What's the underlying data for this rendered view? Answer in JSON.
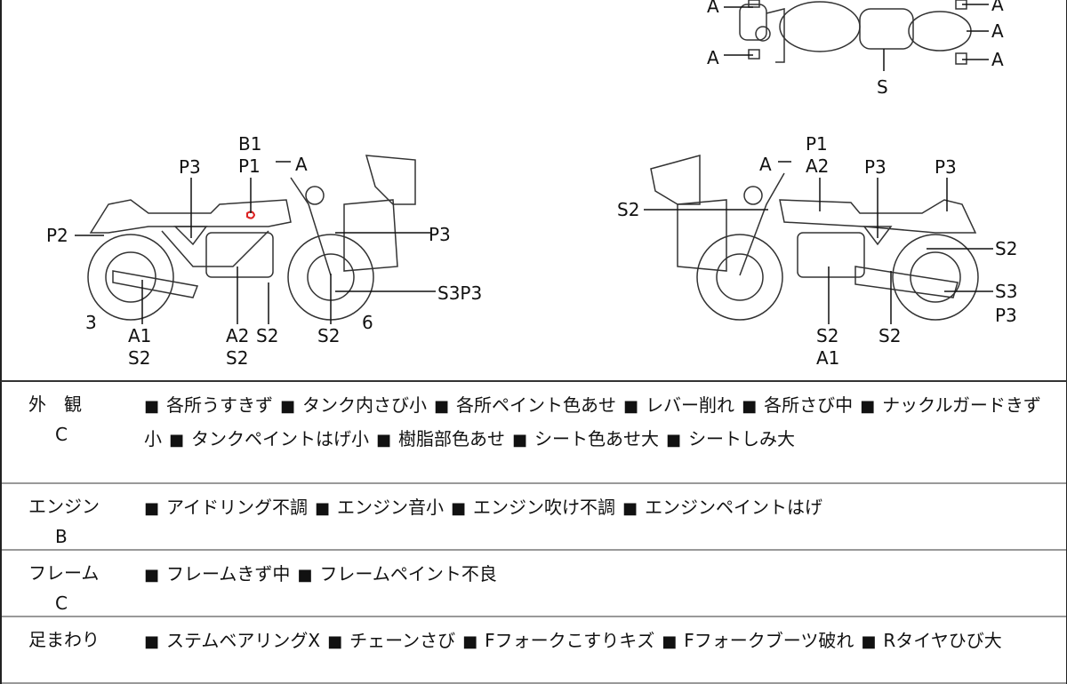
{
  "top_view_labels": [
    "A",
    "A",
    "A",
    "A",
    "A",
    "S"
  ],
  "left_bike_labels": [
    "B1",
    "P1",
    "A",
    "P3",
    "P2",
    "P3",
    "S3P3",
    "3",
    "A1",
    "S2",
    "A2",
    "S2",
    "S2",
    "S2",
    "6"
  ],
  "right_bike_labels": [
    "P1",
    "A2",
    "A",
    "P3",
    "P3",
    "S2",
    "S2",
    "S3",
    "P3",
    "S2",
    "A1",
    "S2"
  ],
  "table": {
    "rows": [
      {
        "category": "外　観",
        "grade": "C",
        "items": [
          "各所うすきず",
          "タンク内さび小",
          "各所ペイント色あせ",
          "レバー削れ",
          "各所さび中",
          "ナックルガードきず小",
          "タンクペイントはげ小",
          "樹脂部色あせ",
          "シート色あせ大",
          "シートしみ大"
        ]
      },
      {
        "category": "エンジン",
        "grade": "B",
        "items": [
          "アイドリング不調",
          "エンジン音小",
          "エンジン吹け不調",
          "エンジンペイントはげ"
        ]
      },
      {
        "category": "フレーム",
        "grade": "C",
        "items": [
          "フレームきず中",
          "フレームペイント不良"
        ]
      },
      {
        "category": "足まわり",
        "grade": "",
        "items": [
          "ステムベアリングX",
          "チェーンさび",
          "Fフォークこすりキズ",
          "Fフォークブーツ破れ",
          "Rタイヤひび大"
        ]
      }
    ],
    "bullet": "■"
  }
}
